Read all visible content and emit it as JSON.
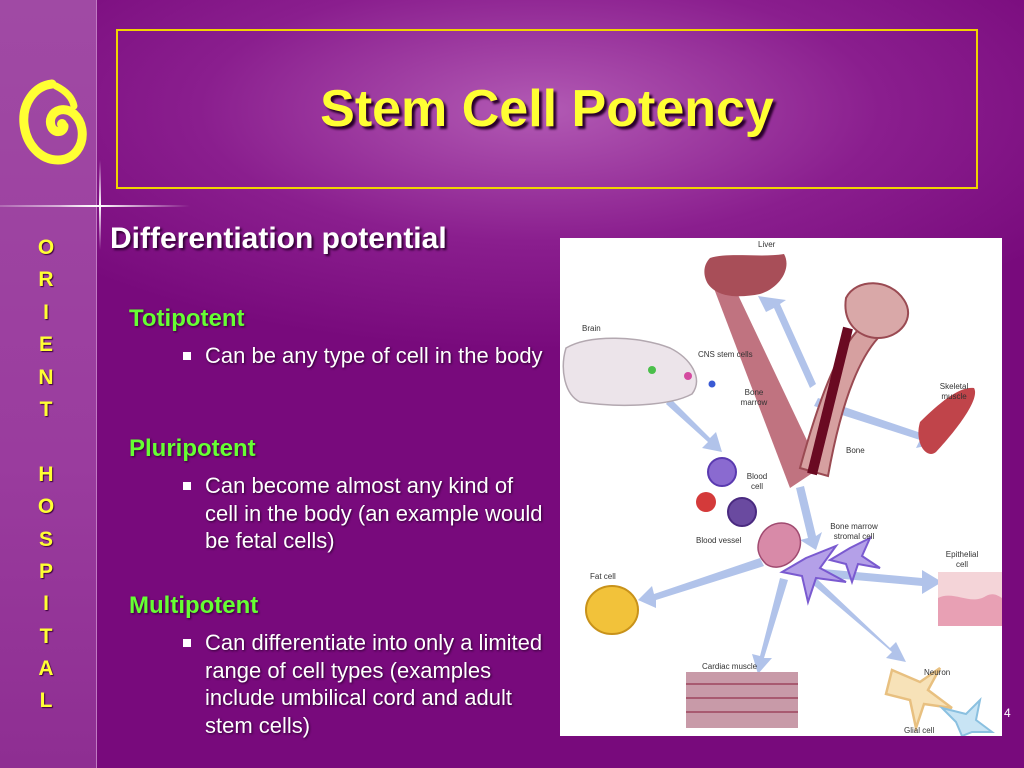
{
  "slide": {
    "title": "Stem Cell Potency",
    "heading": "Differentiation potential",
    "page_number": "4",
    "accent_color": "#ffff33",
    "level_color": "#66ff33",
    "background_color": "#7a0a7e"
  },
  "sidebar": {
    "logo_icon": "orient-hospital-logo",
    "letters": [
      "O",
      "R",
      "I",
      "E",
      "N",
      "T",
      "",
      "H",
      "O",
      "S",
      "P",
      "I",
      "T",
      "A",
      "L"
    ]
  },
  "levels": [
    {
      "name": "Totipotent",
      "bullet": "Can be any type of cell in the body"
    },
    {
      "name": "Pluripotent",
      "bullet": "Can become almost any kind of cell in the body (an example would be fetal cells)"
    },
    {
      "name": "Multipotent",
      "bullet": "Can differentiate into only a limited range of cell types (examples include umbilical cord and adult stem cells)"
    }
  ],
  "diagram": {
    "labels": {
      "liver": "Liver",
      "brain": "Brain",
      "cns": "CNS stem cells",
      "bone_marrow": "Bone marrow",
      "skeletal": "Skeletal muscle",
      "bone": "Bone",
      "blood_cell": "Blood cell",
      "blood_vessel": "Blood vessel",
      "stromal": "Bone marrow stromal cell",
      "fat": "Fat cell",
      "epithelial": "Epithelial cell",
      "cardiac": "Cardiac muscle",
      "neuron": "Neuron",
      "glial": "Glial cell"
    }
  }
}
